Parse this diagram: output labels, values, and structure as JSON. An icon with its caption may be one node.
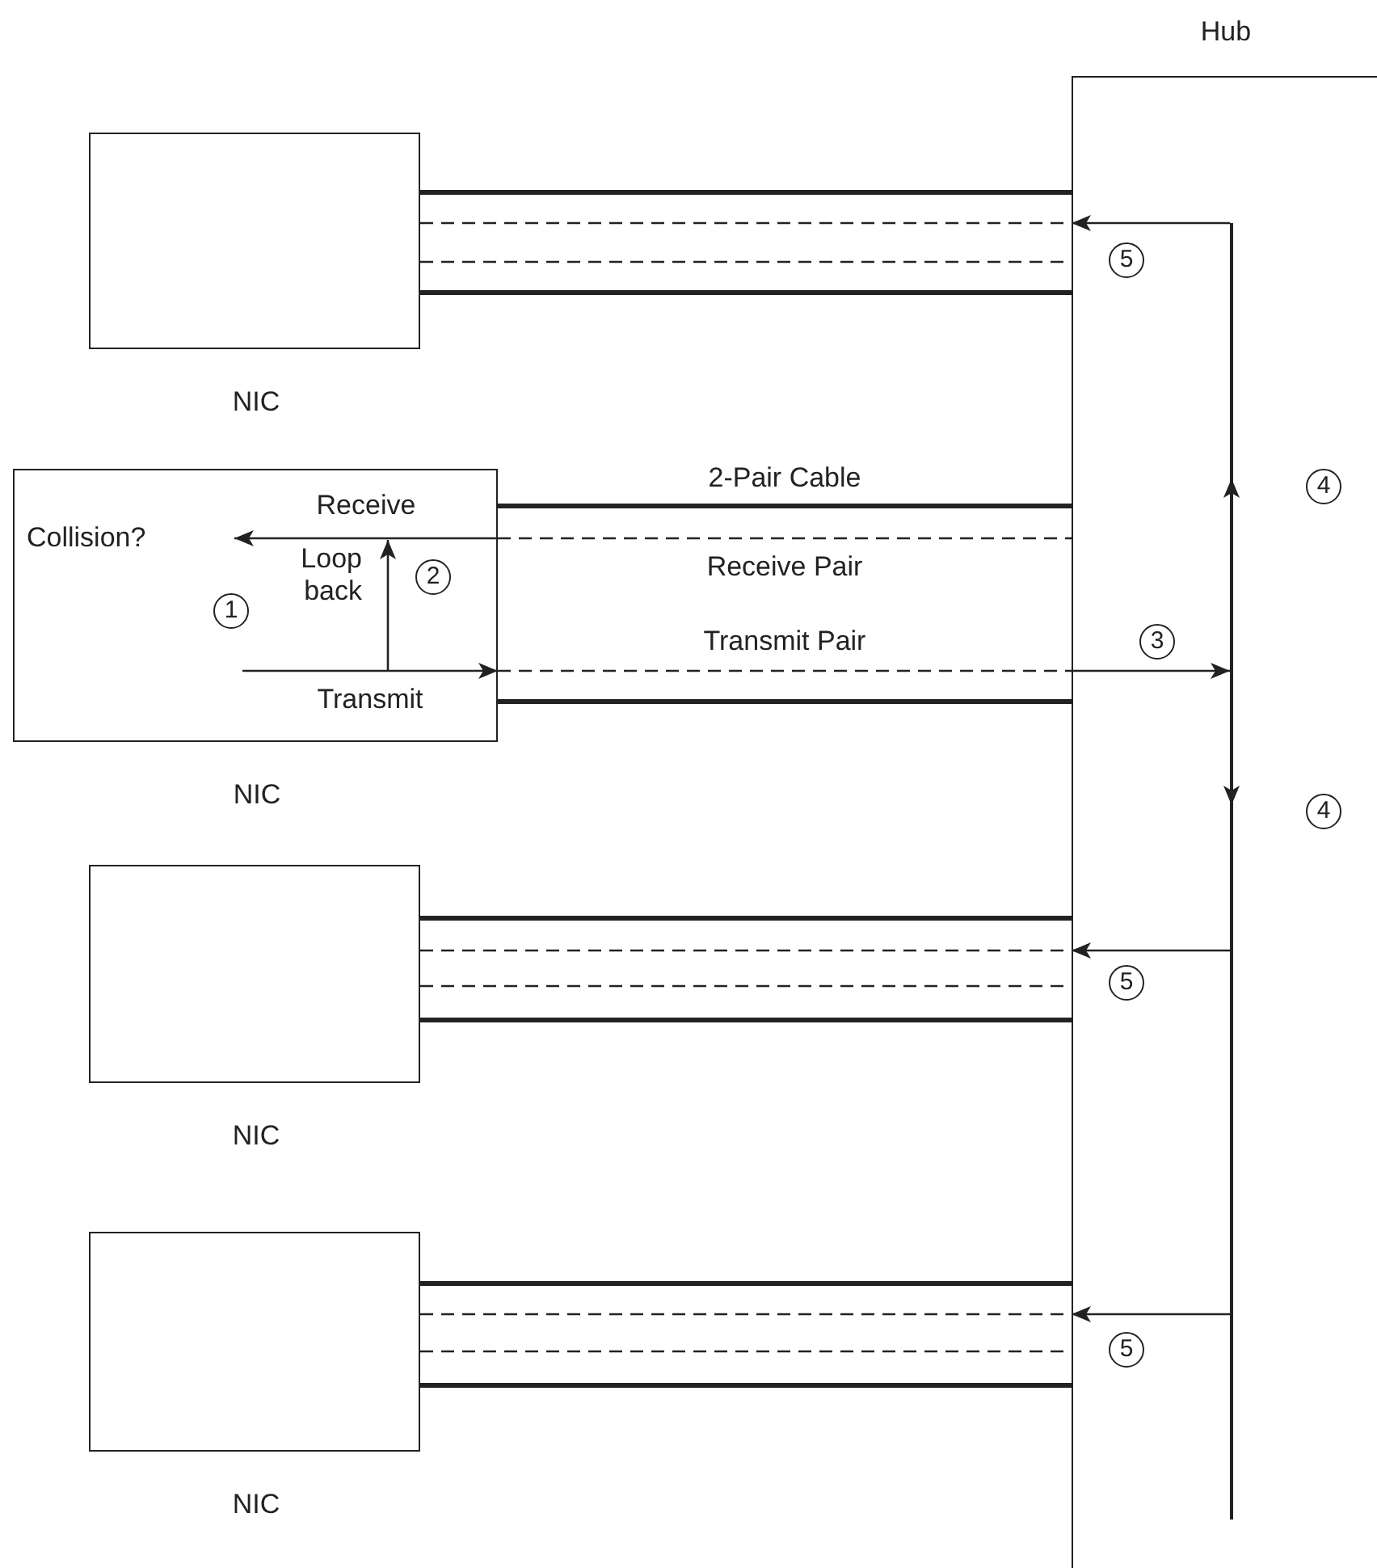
{
  "diagram": {
    "nodes": [
      {
        "text": [
          "Hub"
        ]
      },
      {
        "text": [
          "NIC"
        ]
      },
      {
        "text": [
          "NIC"
        ]
      },
      {
        "text": [
          "Collision?"
        ],
        "in": 2
      },
      {
        "text": [],
        "shape": "bar",
        "in": 0
      },
      {
        "text": [
          "NIC"
        ]
      },
      {
        "text": [
          "NIC"
        ]
      }
    ],
    "edges": [
      {
        "from": 1,
        "to": 0,
        "arrow": "none",
        "style": "thick"
      },
      {
        "from": 1,
        "to": 0,
        "arrow": "none",
        "style": "dashed"
      },
      {
        "from": 1,
        "to": 0,
        "arrow": "none",
        "style": "dashed"
      },
      {
        "from": 1,
        "to": 0,
        "arrow": "none",
        "style": "thick"
      },
      {
        "from": 4,
        "to": 0,
        "arrow": "to"
      },
      {
        "from": 2,
        "to": 0,
        "arrow": "none",
        "style": "thick",
        "label": "2-Pair Cable"
      },
      {
        "from": 2,
        "to": 0,
        "arrow": "none",
        "style": "dashed",
        "label": "Receive Pair"
      },
      {
        "from": 2,
        "to": 3,
        "arrow": "to",
        "label": "Receive"
      },
      {
        "from": null,
        "to": 2,
        "arrow": "to",
        "label": "Transmit"
      },
      {
        "from": 2,
        "to": 0,
        "arrow": "none",
        "style": "dashed",
        "label": "Transmit Pair"
      },
      {
        "from": 0,
        "to": 4,
        "arrow": "to"
      },
      {
        "from": 2,
        "to": 0,
        "arrow": "none",
        "style": "thick"
      },
      {
        "from": 5,
        "to": 0,
        "arrow": "none",
        "style": "thick"
      },
      {
        "from": 5,
        "to": 0,
        "arrow": "none",
        "style": "dashed"
      },
      {
        "from": 5,
        "to": 0,
        "arrow": "none",
        "style": "dashed"
      },
      {
        "from": 5,
        "to": 0,
        "arrow": "none",
        "style": "thick"
      },
      {
        "from": 4,
        "to": 0,
        "arrow": "to"
      },
      {
        "from": 6,
        "to": 0,
        "arrow": "none",
        "style": "thick"
      },
      {
        "from": 6,
        "to": 0,
        "arrow": "none",
        "style": "dashed"
      },
      {
        "from": 6,
        "to": 0,
        "arrow": "none",
        "style": "dashed"
      },
      {
        "from": 6,
        "to": 0,
        "arrow": "none",
        "style": "thick"
      },
      {
        "from": 4,
        "to": 0,
        "arrow": "to"
      }
    ],
    "labels": [
      "5",
      "4",
      "Loop back",
      "2",
      "1",
      "3",
      "4",
      "5",
      "5"
    ]
  }
}
